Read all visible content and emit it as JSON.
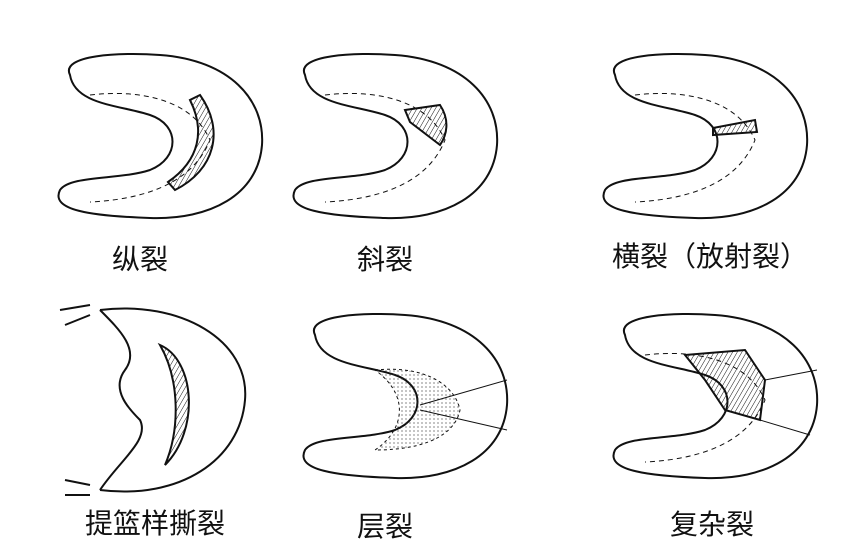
{
  "diagrams": [
    {
      "label": "纵裂",
      "type": "longitudinal"
    },
    {
      "label": "斜裂",
      "type": "oblique"
    },
    {
      "label": "横裂（放射裂）",
      "type": "radial"
    },
    {
      "label": "提篮样撕裂",
      "type": "bucket-handle"
    },
    {
      "label": "层裂",
      "type": "horizontal"
    },
    {
      "label": "复杂裂",
      "type": "complex"
    }
  ],
  "colors": {
    "line": "#111111",
    "background": "#ffffff"
  }
}
